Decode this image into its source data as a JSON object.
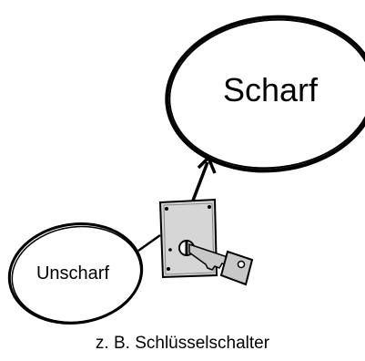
{
  "states": {
    "armed": "Scharf",
    "disarmed": "Unscharf"
  },
  "caption": "z. B. Schlüsselschalter",
  "device": {
    "icon": "key-switch-icon"
  },
  "colors": {
    "stroke": "#000000",
    "plate": "#d9d9d9",
    "key": "#c8c8c8",
    "background": "#ffffff"
  }
}
